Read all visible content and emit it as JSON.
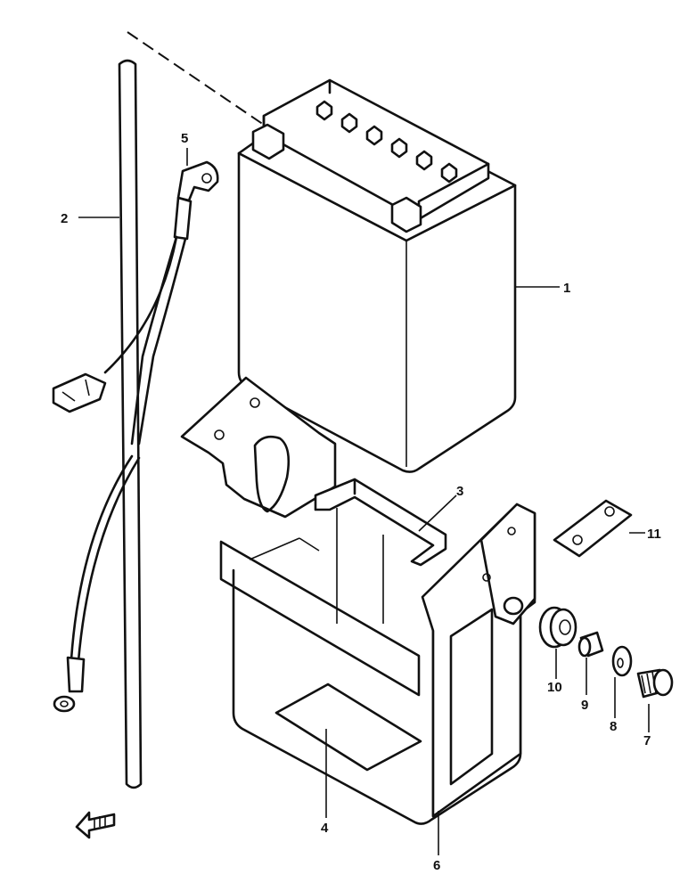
{
  "callouts": {
    "1": "1",
    "2": "2",
    "3": "3",
    "4": "4",
    "5": "5",
    "6": "6",
    "7": "7",
    "8": "8",
    "9": "9",
    "10": "10",
    "11": "11"
  },
  "icons": {
    "front_arrow": "front-direction-arrow-icon"
  }
}
